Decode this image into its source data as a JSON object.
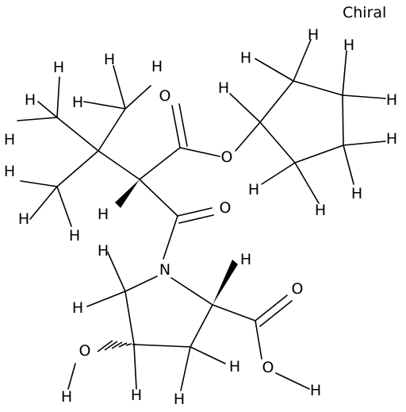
{
  "label": "Chiral",
  "atom_labels": {
    "O_ester_carbonyl": "O",
    "O_ester": "O",
    "O_amide": "O",
    "N_ring": "N",
    "O_acid_carbonyl": "O",
    "O_acid_hydroxyl": "O",
    "O_ring_hydroxyl": "O",
    "H": "H"
  }
}
